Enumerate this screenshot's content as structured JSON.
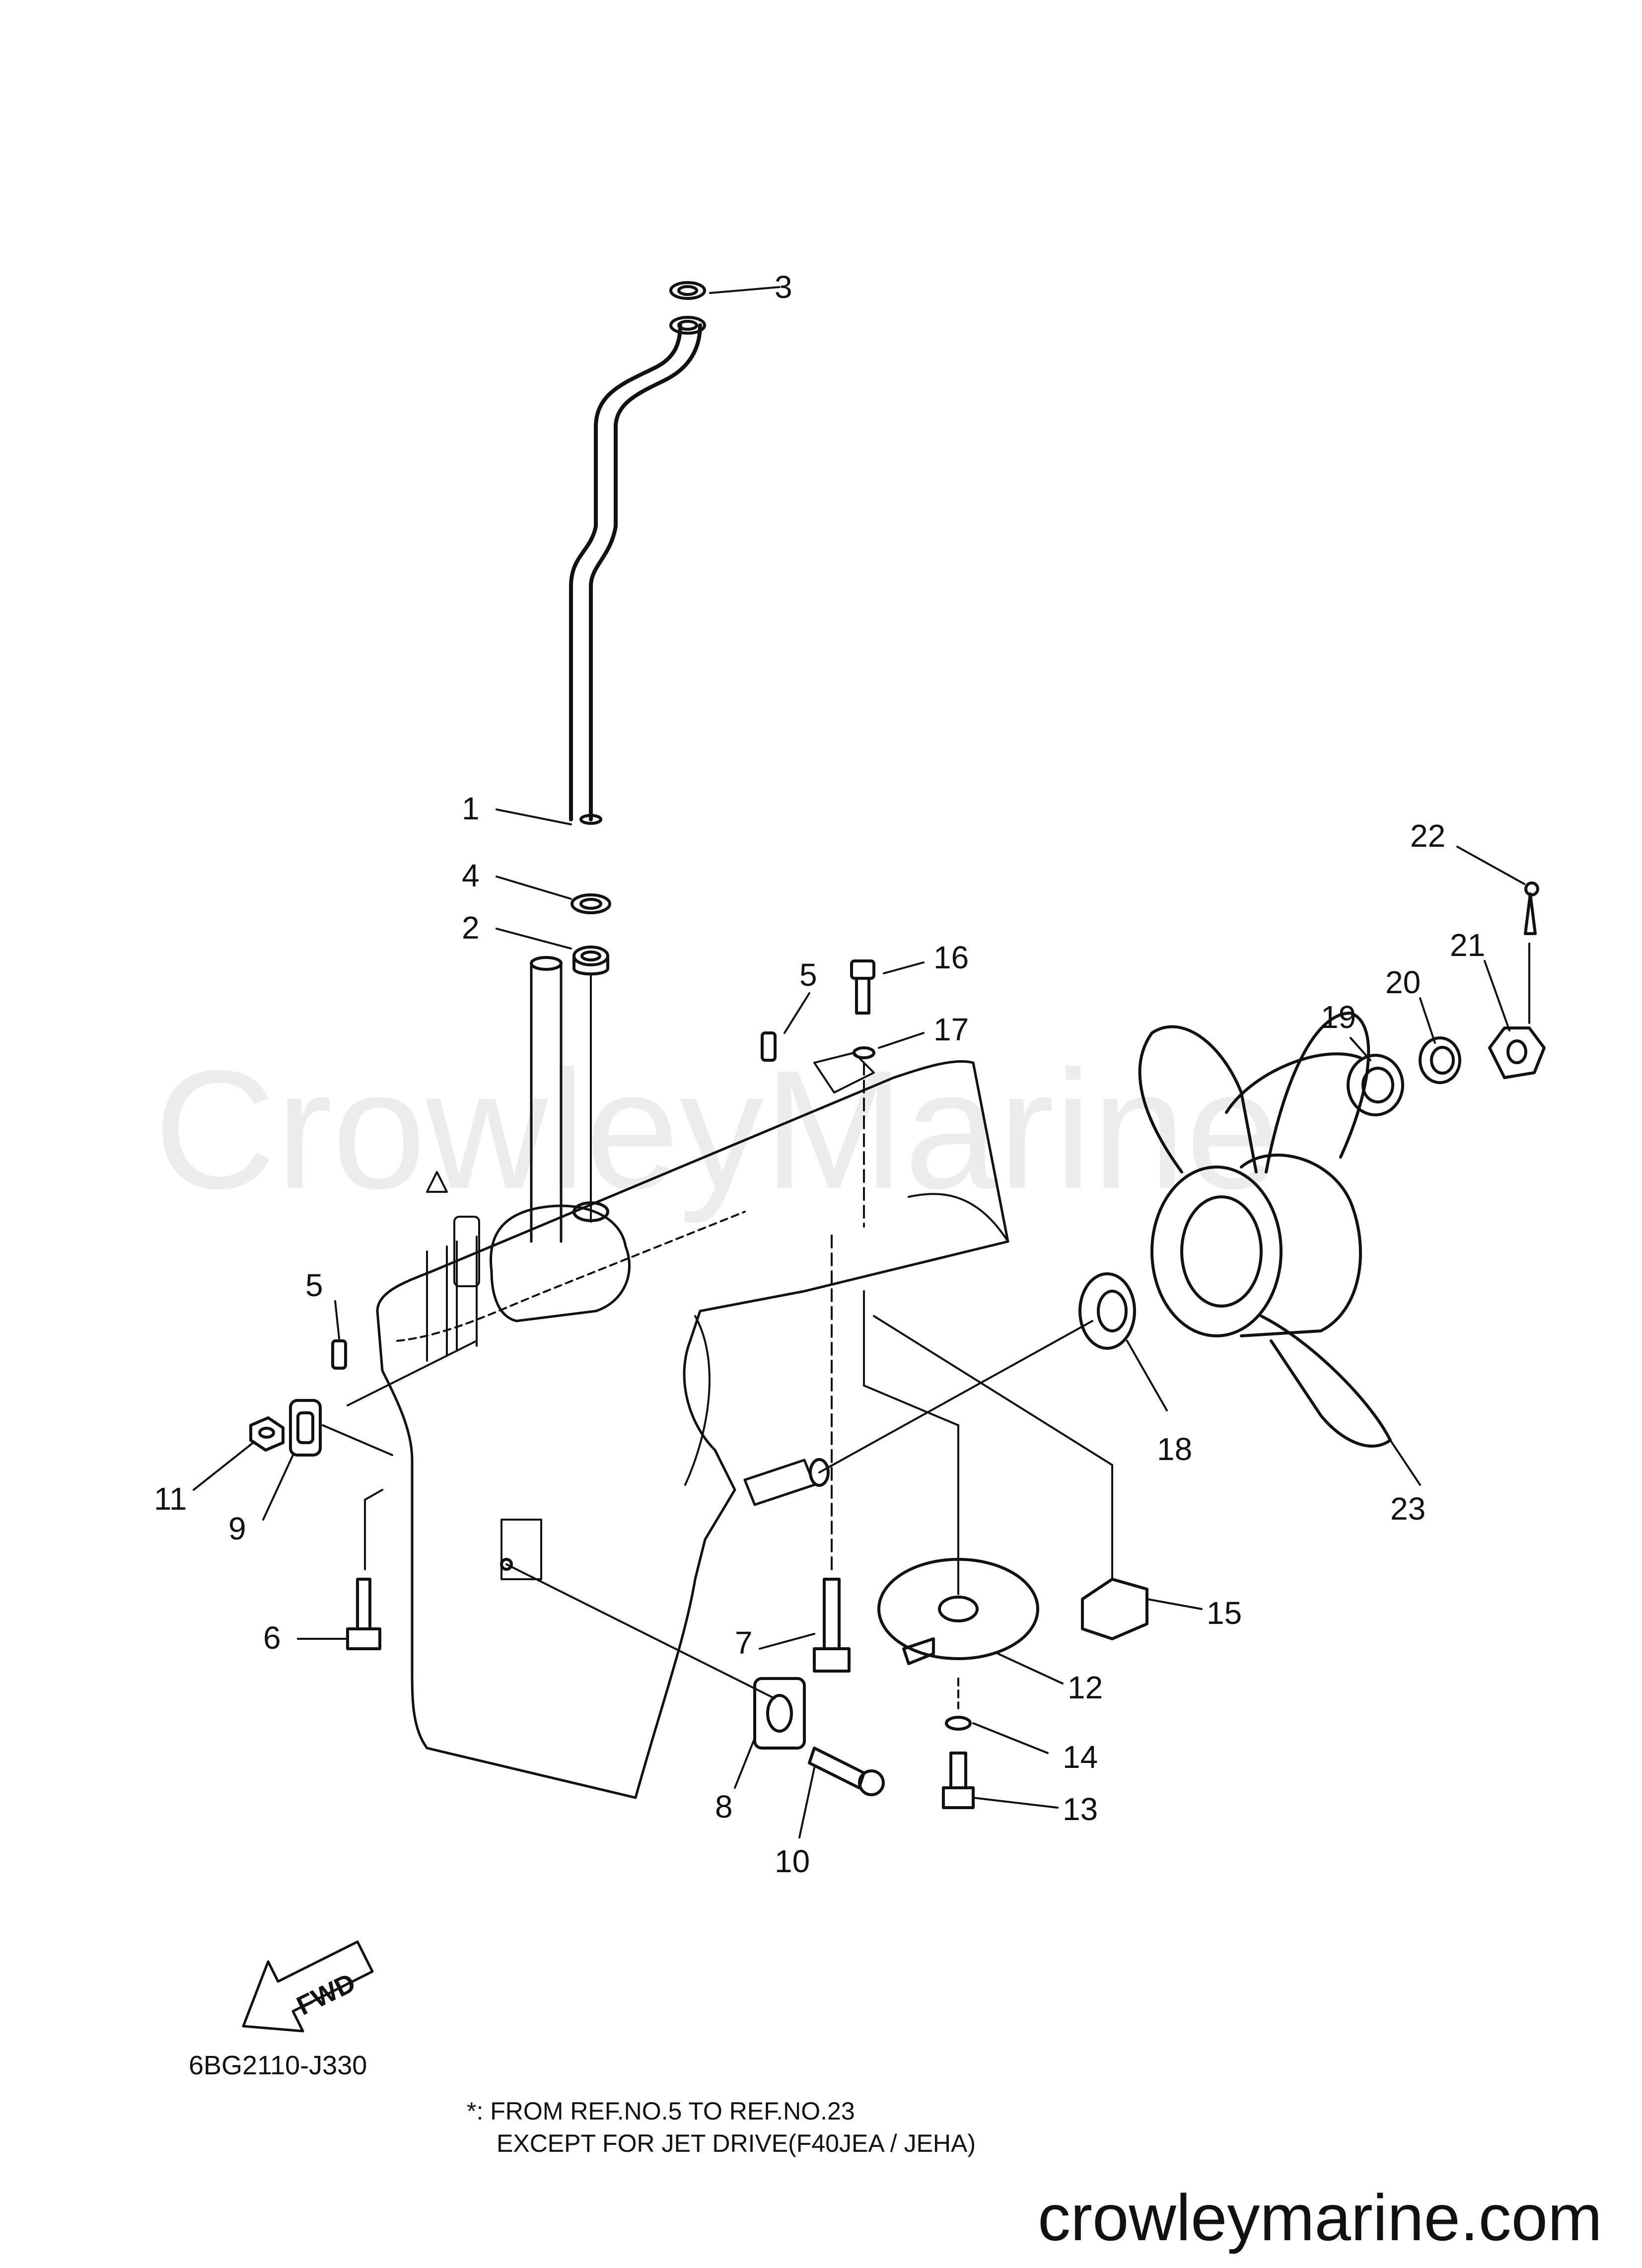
{
  "diagram": {
    "callouts": [
      {
        "ref": "1",
        "label": "1"
      },
      {
        "ref": "2",
        "label": "2"
      },
      {
        "ref": "3",
        "label": "3"
      },
      {
        "ref": "4",
        "label": "4"
      },
      {
        "ref": "5a",
        "label": "5"
      },
      {
        "ref": "5b",
        "label": "5"
      },
      {
        "ref": "6",
        "label": "6"
      },
      {
        "ref": "7",
        "label": "7"
      },
      {
        "ref": "8",
        "label": "8"
      },
      {
        "ref": "9",
        "label": "9"
      },
      {
        "ref": "10",
        "label": "10"
      },
      {
        "ref": "11",
        "label": "11"
      },
      {
        "ref": "12",
        "label": "12"
      },
      {
        "ref": "13",
        "label": "13"
      },
      {
        "ref": "14",
        "label": "14"
      },
      {
        "ref": "15",
        "label": "15"
      },
      {
        "ref": "16",
        "label": "16"
      },
      {
        "ref": "17",
        "label": "17"
      },
      {
        "ref": "18",
        "label": "18"
      },
      {
        "ref": "19",
        "label": "19"
      },
      {
        "ref": "20",
        "label": "20"
      },
      {
        "ref": "21",
        "label": "21"
      },
      {
        "ref": "22",
        "label": "22"
      },
      {
        "ref": "23",
        "label": "23"
      }
    ],
    "fwd_label": "FWD",
    "diagram_code": "6BG2110-J330",
    "note_line1": "*: FROM REF.NO.5 TO REF.NO.23",
    "note_line2": "EXCEPT FOR JET DRIVE(F40JEA / JEHA)",
    "watermark": "CrowleyMarine",
    "site": "crowleymarine.com"
  }
}
